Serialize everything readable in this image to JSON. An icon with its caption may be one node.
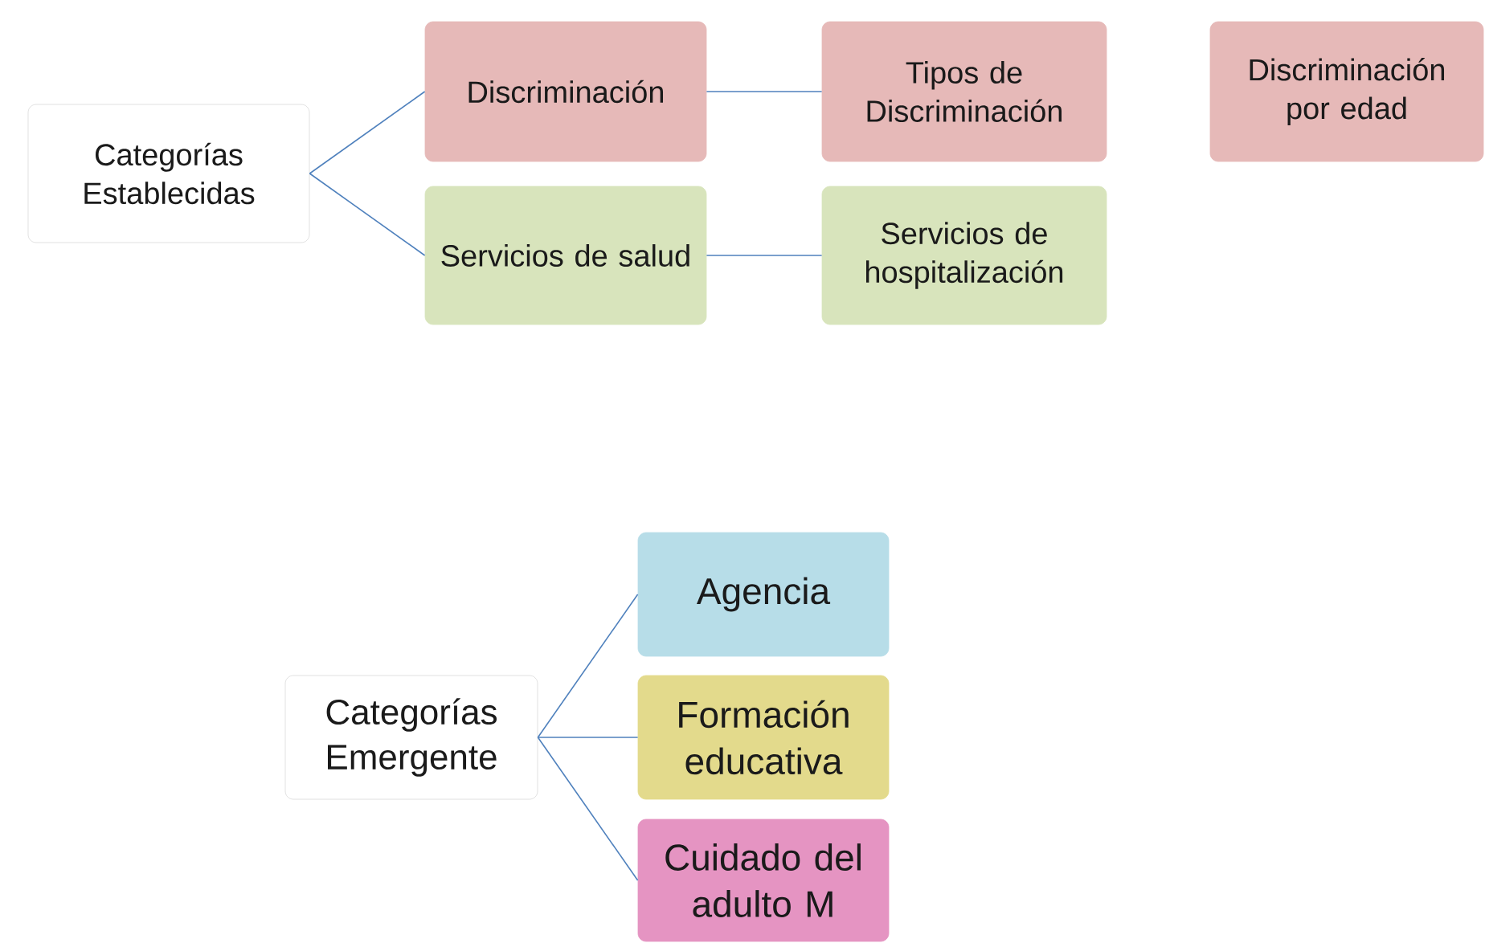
{
  "diagram": {
    "nodes": [
      {
        "text": [
          "Categorías Establecidas"
        ]
      },
      {
        "text": [
          "Discriminación"
        ]
      },
      {
        "text": [
          "Servicios de salud"
        ]
      },
      {
        "text": [
          "Tipos de Discriminación"
        ]
      },
      {
        "text": [
          "Servicios de hospitalización"
        ]
      },
      {
        "text": [
          "Discriminación por edad"
        ]
      },
      {
        "text": [
          "Categorías Emergente"
        ]
      },
      {
        "text": [
          "Agencia"
        ]
      },
      {
        "text": [
          "Formación educativa"
        ]
      },
      {
        "text": [
          "Cuidado del adulto M"
        ]
      }
    ],
    "edges": [
      {
        "from": 0,
        "to": 1,
        "arrow": "none"
      },
      {
        "from": 0,
        "to": 2,
        "arrow": "none"
      },
      {
        "from": 1,
        "to": 3,
        "arrow": "none"
      },
      {
        "from": 2,
        "to": 4,
        "arrow": "none"
      },
      {
        "from": 6,
        "to": 7,
        "arrow": "none"
      },
      {
        "from": 6,
        "to": 8,
        "arrow": "none"
      },
      {
        "from": 6,
        "to": 9,
        "arrow": "none"
      }
    ]
  }
}
